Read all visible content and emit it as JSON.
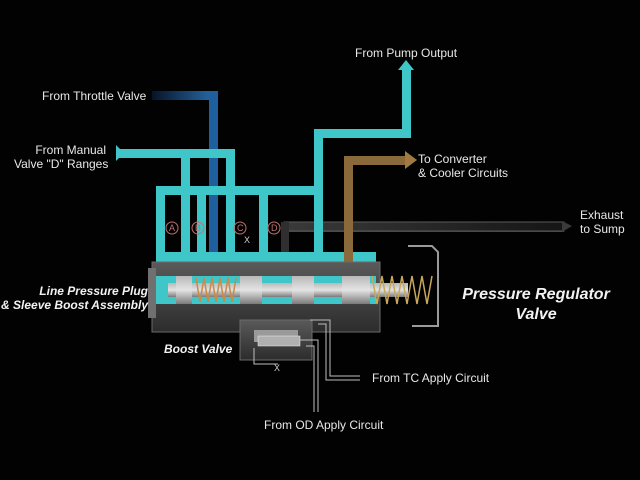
{
  "labels": {
    "pump_output": "From Pump Output",
    "throttle_valve": "From Throttle Valve",
    "manual_valve": "From Manual\nValve \"D\" Ranges",
    "converter": "To Converter\n& Cooler Circuits",
    "exhaust": "Exhaust\nto Sump",
    "line_pressure_plug": "Line Pressure Plug\n& Sleeve Boost Assembly",
    "regulator": "Pressure Regulator\nValve",
    "boost_valve": "Boost Valve",
    "tc_apply": "From TC Apply Circuit",
    "od_apply": "From OD Apply Circuit"
  },
  "ports": [
    "A",
    "B",
    "C",
    "D"
  ],
  "x_marks": [
    "X",
    "X"
  ],
  "colors": {
    "background": "#020202",
    "line_pressure": "#3ec6c8",
    "throttle": "#1e5f9e",
    "converter": "#8a6a3a",
    "exhaust": "#2a2a2a",
    "valve_body": "#4a4a4a"
  }
}
